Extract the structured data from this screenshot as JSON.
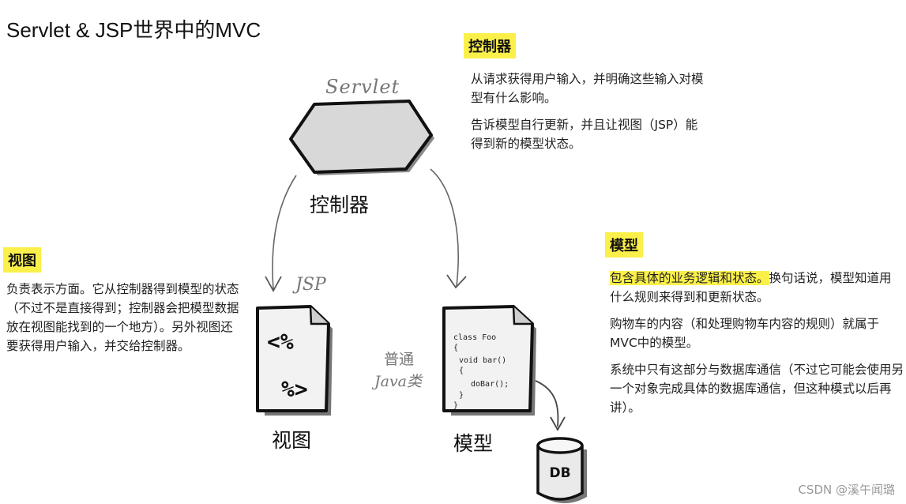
{
  "title": "Servlet & JSP世界中的MVC",
  "controller": {
    "tag": "控制器",
    "desc1": "从请求获得用户输入，并明确这些输入对模型有什么影响。",
    "desc2": "告诉模型自行更新，并且让视图（JSP）能得到新的模型状态。",
    "servlet_label": "Servlet",
    "label": "控制器"
  },
  "view": {
    "tag": "视图",
    "desc": "负责表示方面。它从控制器得到模型的状态（不过不是直接得到；控制器会把模型数据放在视图能找到的一个地方）。另外视图还要获得用户输入，并交给控制器。",
    "jsp_label": "JSP",
    "doc_top": "<%",
    "doc_bottom": "%>",
    "label": "视图"
  },
  "model": {
    "tag": "模型",
    "desc1_highlight": "包含具体的业务逻辑和状态。",
    "desc1_rest": "换句话说，模型知道用什么规则来得到和更新状态。",
    "desc2": "购物车的内容（和处理购物车内容的规则）就属于MVC中的模型。",
    "desc3": "系统中只有这部分与数据库通信（不过它可能会使用另一个对象完成具体的数据库通信，但这种模式以后再讲）。",
    "java_label_1": "普通",
    "java_label_2": "Java类",
    "code": [
      "class  Foo",
      "{",
      "void bar()",
      "{",
      "doBar();",
      "}",
      "}"
    ],
    "label": "模型"
  },
  "db": {
    "label": "DB"
  },
  "watermark": "CSDN @溪午闻璐",
  "colors": {
    "highlight": "#fbf04a",
    "ink": "#111111",
    "shade": "#bdbdbd"
  }
}
